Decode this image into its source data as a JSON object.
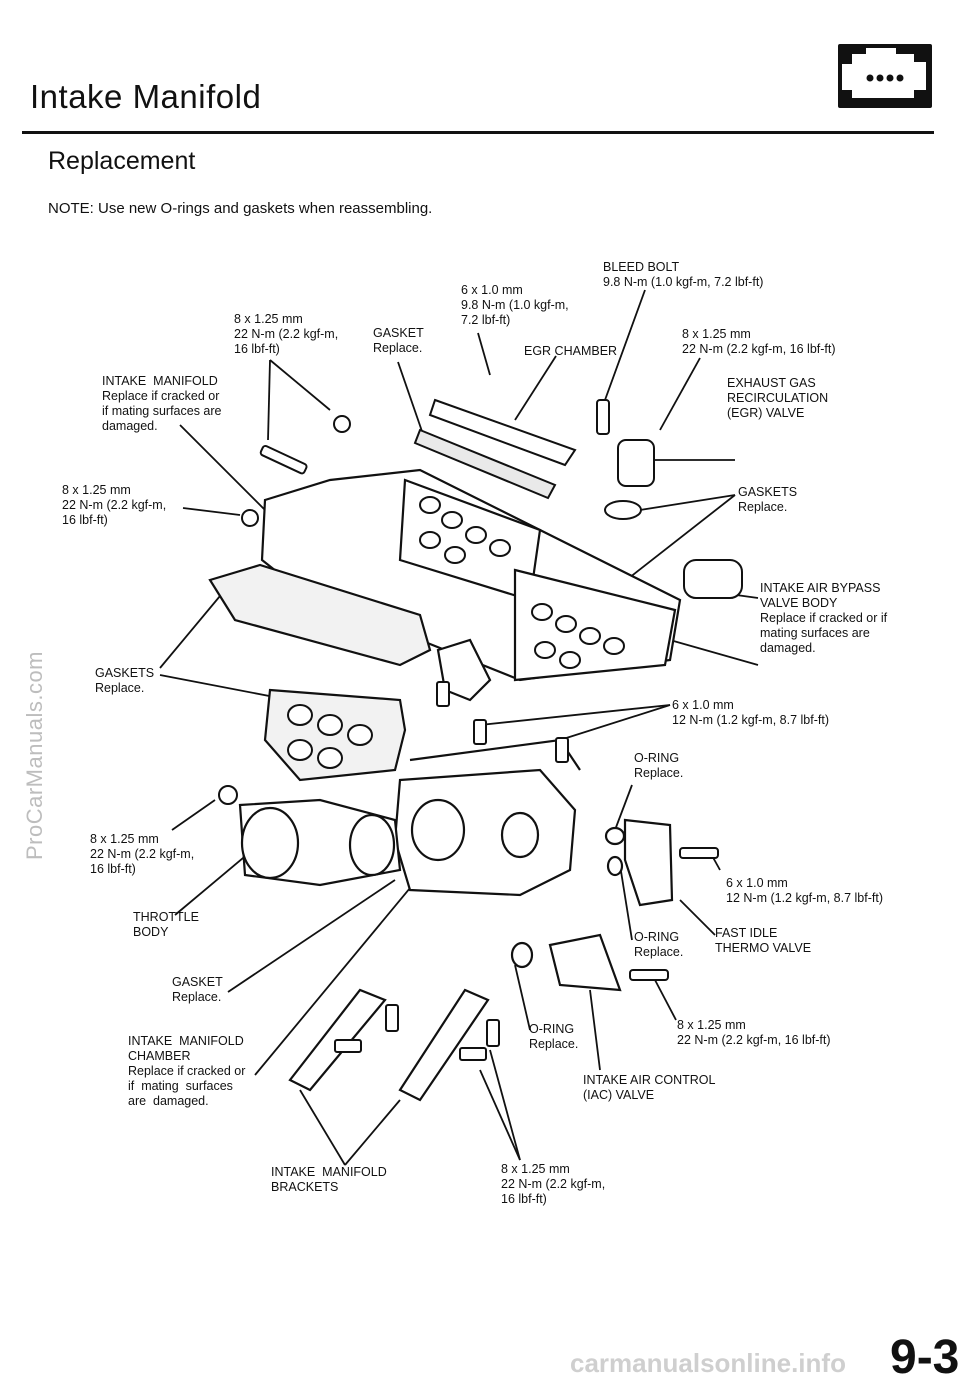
{
  "header": {
    "title": "Intake  Manifold",
    "subtitle": "Replacement",
    "note": "NOTE:  Use new O-rings and gaskets when reassembling.",
    "icon": "engine-icon"
  },
  "labels": {
    "bleed_bolt": "BLEED BOLT\n9.8 N-m (1.0 kgf-m, 7.2 lbf-ft)",
    "bolt_6x10_top": "6 x 1.0 mm\n9.8 N-m (1.0 kgf-m,\n7.2 lbf-ft)",
    "bolt_8x125_top": "8 x 1.25 mm\n22 N-m (2.2 kgf-m,\n16 lbf-ft)",
    "gasket_top": "GASKET\nReplace.",
    "egr_chamber": "EGR CHAMBER",
    "bolt_8x125_egr": "8 x 1.25 mm\n22 N-m (2.2 kgf-m, 16 lbf-ft)",
    "intake_manifold": "INTAKE  MANIFOLD\nReplace if cracked or\nif mating surfaces are\ndamaged.",
    "egr_valve": "EXHAUST GAS\nRECIRCULATION\n(EGR) VALVE",
    "bolt_8x125_left": "8 x 1.25 mm\n22 N-m (2.2 kgf-m,\n16 lbf-ft)",
    "gaskets_right": "GASKETS\nReplace.",
    "iab_valve": "INTAKE AIR BYPASS\nVALVE BODY\nReplace if cracked or if\nmating surfaces are\ndamaged.",
    "gaskets_left": "GASKETS\nReplace.",
    "bolt_6x10_mid": "6 x 1.0 mm\n12 N-m (1.2 kgf-m, 8.7 lbf-ft)",
    "oring_1": "O-RING\nReplace.",
    "bolt_8x125_throttle": "8 x 1.25 mm\n22 N-m (2.2 kgf-m,\n16 lbf-ft)",
    "bolt_6x10_right": "6 x 1.0 mm\n12 N-m (1.2 kgf-m, 8.7 lbf-ft)",
    "throttle_body": "THROTTLE\nBODY",
    "fast_idle": "FAST IDLE\nTHERMO VALVE",
    "oring_2": "O-RING\nReplace.",
    "gasket_bottom": "GASKET\nReplace.",
    "bolt_8x125_iac": "8 x 1.25 mm\n22 N-m (2.2 kgf-m, 16 lbf-ft)",
    "oring_3": "O-RING\nReplace.",
    "manifold_chamber": "INTAKE  MANIFOLD\nCHAMBER\nReplace if cracked or\nif  mating  surfaces\nare  damaged.",
    "iac_valve": "INTAKE AIR CONTROL\n(IAC) VALVE",
    "brackets": "INTAKE  MANIFOLD\nBRACKETS",
    "bolt_8x125_bottom": "8 x 1.25 mm\n22 N-m (2.2 kgf-m,\n16 lbf-ft)"
  },
  "watermark": "ProCarManuals.com",
  "footer_watermark": "carmanualsonline.info",
  "page_number": "9-3"
}
